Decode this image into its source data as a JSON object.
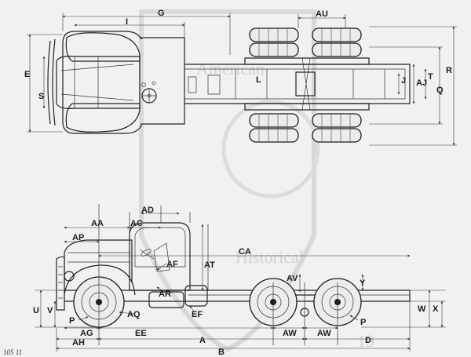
{
  "watermark": {
    "top_text": "American",
    "lower_text": "Historical",
    "number": "19"
  },
  "corner_note": "105  11",
  "top_view_labels": {
    "G": "G",
    "I": "I",
    "AU": "AU",
    "E": "E",
    "S": "S",
    "L": "L",
    "J": "J",
    "AJ": "AJ",
    "T": "T",
    "Q": "Q",
    "R": "R"
  },
  "side_view_labels": {
    "AD": "AD",
    "AA": "AA",
    "AC": "AC",
    "AP": "AP",
    "CA": "CA",
    "AT": "AT",
    "AF": "AF",
    "AR": "AR",
    "AV": "AV",
    "Y": "Y",
    "U": "U",
    "V": "V",
    "W": "W",
    "X": "X",
    "P_front": "P",
    "P_rear": "P",
    "AQ": "AQ",
    "EF": "EF",
    "AG": "AG",
    "EE": "EE",
    "AW_1": "AW",
    "AW_2": "AW",
    "AH": "AH",
    "A": "A",
    "D": "D",
    "B": "B"
  }
}
